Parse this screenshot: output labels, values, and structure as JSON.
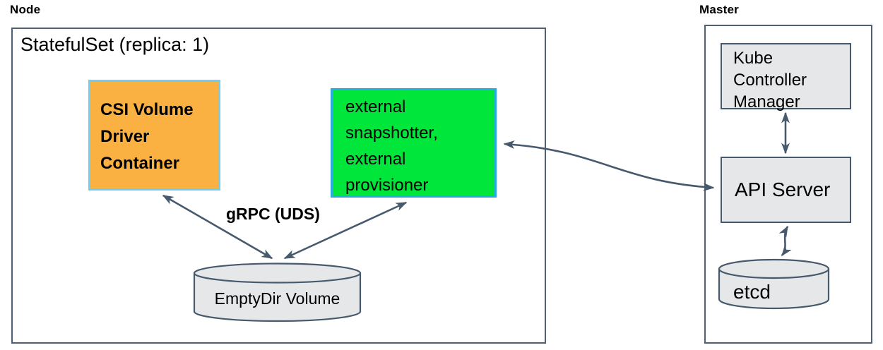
{
  "node": {
    "label": "Node",
    "statefulset_title": "StatefulSet (replica: 1)",
    "csi_driver_box": "CSI Volume Driver Container",
    "sidecar_box": "external snapshotter, external provisioner",
    "grpc_label": "gRPC (UDS)",
    "emptydir_volume": "EmptyDir Volume"
  },
  "master": {
    "label": "Master",
    "kube_controller_manager_box": "Kube Controller Manager",
    "api_server_box": "API Server",
    "etcd_volume": "etcd"
  },
  "colors": {
    "line": "#47596D",
    "gray_fill": "#E6E7E8",
    "csi_fill": "#FBB042",
    "csi_border": "#6DCFF6",
    "sidecar_fill": "#00E63A",
    "sidecar_border": "#29ABE2"
  }
}
